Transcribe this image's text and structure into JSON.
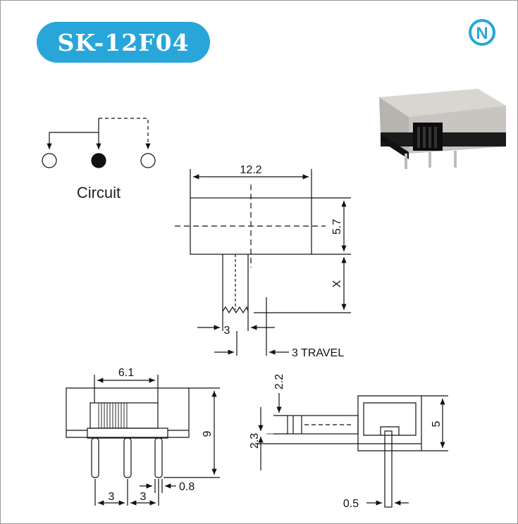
{
  "title": "SK-12F04",
  "logo": {
    "letter": "N",
    "color": "#29a6d9"
  },
  "circuit": {
    "label": "Circuit"
  },
  "top_view": {
    "width_dim": "12.2",
    "height_dim": "5.7",
    "actuator_dim": "X",
    "actuator_width": "3",
    "travel": "3 TRAVEL"
  },
  "front_view": {
    "body_dim": "6.1",
    "height_dim": "9",
    "pin_pitch_1": "3",
    "pin_pitch_2": "3",
    "pin_width": "0.8"
  },
  "side_view": {
    "top_dim": "2.2",
    "actuator_dim": "2.3",
    "height_dim": "5",
    "pin_dim": "0.5"
  },
  "colors": {
    "accent": "#29a6d9",
    "line": "#111111"
  }
}
